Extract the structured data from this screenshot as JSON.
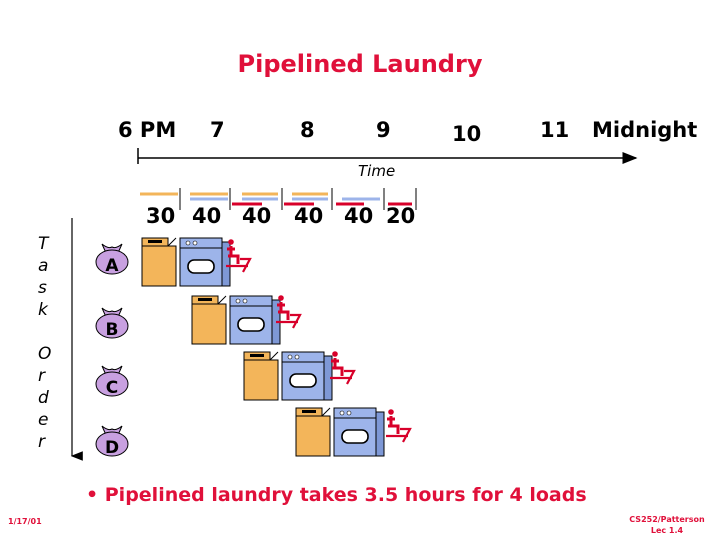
{
  "slide": {
    "title": "Pipelined Laundry",
    "hours": [
      "6 PM",
      "7",
      "8",
      "9",
      "10",
      "11",
      "Midnight"
    ],
    "time_axis_label": "Time",
    "durations": [
      "30",
      "40",
      "40",
      "40",
      "40",
      "20"
    ],
    "task_order_label": [
      "T",
      "a",
      "s",
      "k",
      "O",
      "r",
      "d",
      "e",
      "r"
    ],
    "loads": [
      "A",
      "B",
      "C",
      "D"
    ],
    "bullet": "• Pipelined laundry takes 3.5 hours for 4 loads",
    "date": "1/17/01",
    "footer_course": "CS252/Patterson",
    "footer_lec": "Lec 1.4"
  },
  "colors": {
    "title_red": "#e0103a",
    "washer": "#f3b55a",
    "dryer": "#9db4ea",
    "folder": "#d8002a",
    "bag": "#c8a0e0"
  }
}
